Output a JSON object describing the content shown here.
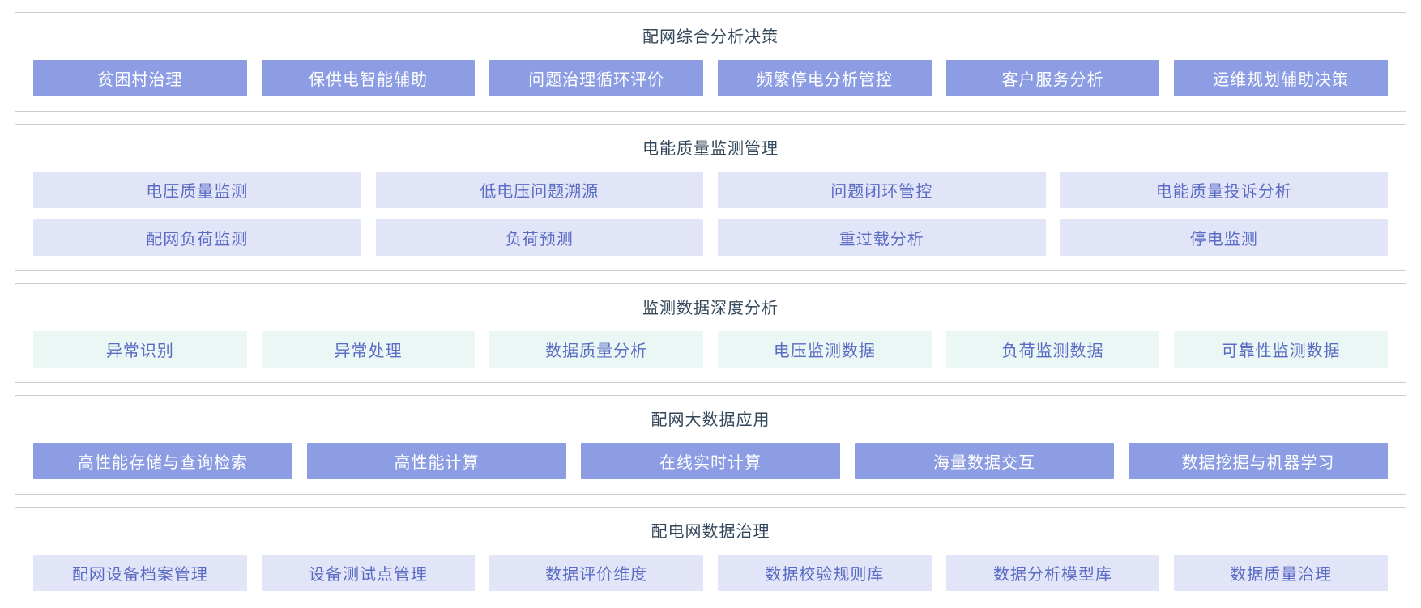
{
  "colors": {
    "solid_bg": "#8c9de3",
    "solid_text": "#ffffff",
    "light_bg": "#e2e5f7",
    "light_text": "#5a6bc4",
    "mint_bg": "#eaf7f4",
    "mint_text": "#5a6bc4",
    "title_text": "#33475b",
    "section_border": "#cccccc"
  },
  "sections": [
    {
      "title": "配网综合分析决策",
      "tile_style": "solid",
      "rows": [
        [
          "贫困村治理",
          "保供电智能辅助",
          "问题治理循环评价",
          "频繁停电分析管控",
          "客户服务分析",
          "运维规划辅助决策"
        ]
      ]
    },
    {
      "title": "电能质量监测管理",
      "tile_style": "light",
      "rows": [
        [
          "电压质量监测",
          "低电压问题溯源",
          "问题闭环管控",
          "电能质量投诉分析"
        ],
        [
          "配网负荷监测",
          "负荷预测",
          "重过载分析",
          "停电监测"
        ]
      ]
    },
    {
      "title": "监测数据深度分析",
      "tile_style": "mint",
      "rows": [
        [
          "异常识别",
          "异常处理",
          "数据质量分析",
          "电压监测数据",
          "负荷监测数据",
          "可靠性监测数据"
        ]
      ]
    },
    {
      "title": "配网大数据应用",
      "tile_style": "solid",
      "rows": [
        [
          "高性能存储与查询检索",
          "高性能计算",
          "在线实时计算",
          "海量数据交互",
          "数据挖掘与机器学习"
        ]
      ]
    },
    {
      "title": "配电网数据治理",
      "tile_style": "light",
      "rows": [
        [
          "配网设备档案管理",
          "设备测试点管理",
          "数据评价维度",
          "数据校验规则库",
          "数据分析模型库",
          "数据质量治理"
        ]
      ]
    }
  ]
}
